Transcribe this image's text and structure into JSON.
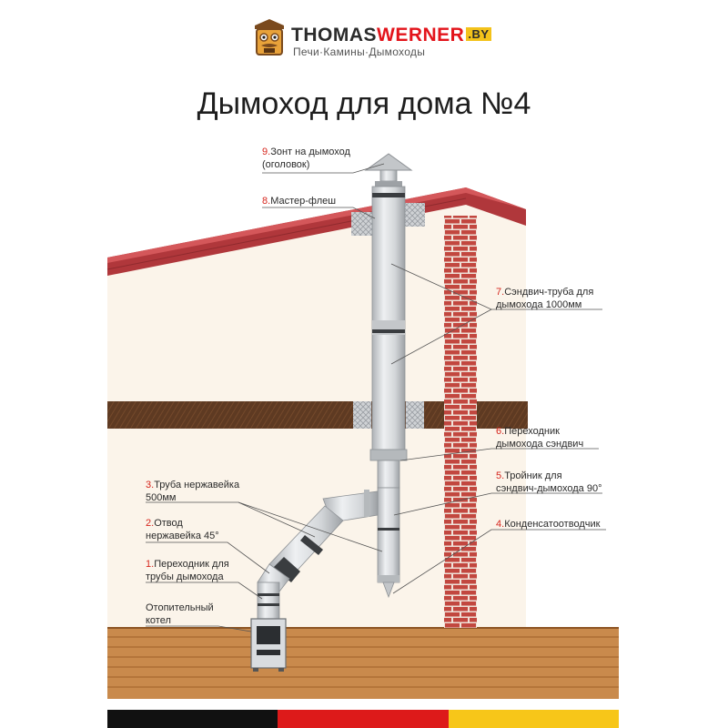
{
  "brand": {
    "name_part1": "THOMAS",
    "name_part2": "WERNER",
    "tld": ".BY",
    "tagline": "Печи·Камины·Дымоходы"
  },
  "title": "Дымоход для дома №4",
  "labels": [
    {
      "num": "9.",
      "line1": "Зонт на дымоход",
      "line2": "(оголовок)"
    },
    {
      "num": "8.",
      "line1": "Мастер-флеш",
      "line2": ""
    },
    {
      "num": "7.",
      "line1": "Сэндвич-труба для",
      "line2": "дымохода 1000мм"
    },
    {
      "num": "6.",
      "line1": "Переходник",
      "line2": "дымохода сэндвич"
    },
    {
      "num": "5.",
      "line1": "Тройник для",
      "line2": "сэндвич-дымохода 90°"
    },
    {
      "num": "4.",
      "line1": "Конденсатоотводчик",
      "line2": ""
    },
    {
      "num": "3.",
      "line1": "Труба нержавейка",
      "line2": "500мм"
    },
    {
      "num": "2.",
      "line1": "Отвод",
      "line2": "нержавейка 45°"
    },
    {
      "num": "1.",
      "line1": "Переходник для",
      "line2": "трубы дымохода"
    },
    {
      "num": "",
      "line1": "Отопительный",
      "line2": "котел"
    }
  ],
  "colors": {
    "roof": "#b0373b",
    "roof_top": "#d4575a",
    "brick": "#c2473f",
    "floor_beam": "#5e3a22",
    "floor_planks": "#c98a4c",
    "wall": "#fbf4ea",
    "pipe": "#d6d9dc",
    "accent_red": "#d6261d",
    "flag_black": "#111111",
    "flag_red": "#dd1a1a",
    "flag_gold": "#f7c619"
  }
}
